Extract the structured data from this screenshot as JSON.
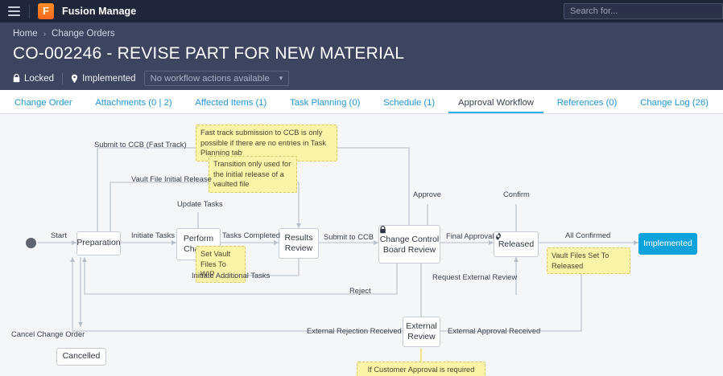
{
  "appbar": {
    "menu_icon": "hamburger-icon",
    "logo_letter": "F",
    "brand": "Fusion Manage",
    "search_placeholder": "Search for...",
    "search_value": ""
  },
  "header": {
    "breadcrumb": [
      "Home",
      "Change Orders"
    ],
    "separator": "›",
    "title": "CO-002246 - REVISE PART FOR NEW MATERIAL",
    "locked_label": "Locked",
    "lock_icon": "lock-icon",
    "status_label": "Implemented",
    "status_icon": "pin-icon",
    "workflow_select_label": "No workflow actions available",
    "chevron_icon": "chevron-down-icon"
  },
  "tabs": [
    {
      "label": "Change Order",
      "active": false
    },
    {
      "label": "Attachments (0 | 2)",
      "active": false
    },
    {
      "label": "Affected Items (1)",
      "active": false
    },
    {
      "label": "Task Planning (0)",
      "active": false
    },
    {
      "label": "Schedule (1)",
      "active": false
    },
    {
      "label": "Approval Workflow",
      "active": true
    },
    {
      "label": "References (0)",
      "active": false
    },
    {
      "label": "Change Log (26)",
      "active": false
    }
  ],
  "diagram": {
    "nodes": [
      {
        "id": "preparation",
        "label": "Preparation",
        "icon": ""
      },
      {
        "id": "perform-change",
        "label": "Perform\nChange",
        "icon": ""
      },
      {
        "id": "results-review",
        "label": "Results\nReview",
        "icon": ""
      },
      {
        "id": "ccb-review",
        "label": "Change Control\nBoard Review",
        "icon": "lock-icon"
      },
      {
        "id": "released",
        "label": "Released",
        "icon": "gear-icon"
      },
      {
        "id": "implemented",
        "label": "Implemented",
        "icon": ""
      },
      {
        "id": "external-review",
        "label": "External\nReview",
        "icon": ""
      },
      {
        "id": "cancelled",
        "label": "Cancelled",
        "icon": ""
      }
    ],
    "edge_labels": [
      "Start",
      "Submit to CCB (Fast Track)",
      "Vault File Initial Release",
      "Update Tasks",
      "Initiate Tasks",
      "Tasks Completed",
      "Submit to CCB",
      "Approve",
      "Final Approval",
      "Confirm",
      "All Confirmed",
      "Initiate Additional Tasks",
      "Reject",
      "Request External Review",
      "External Rejection Received",
      "External Approval Received",
      "Cancel Change Order"
    ],
    "notes": [
      "Fast track submission to CCB is only possible if there are no entries in Task Planning tab",
      "Transition only used for the initial release of a vaulted file",
      "Set Vault Files To WIP",
      "Vault Files Set To Released",
      "If Customer Approval is required per Details"
    ],
    "colors": {
      "node_border": "#c7ccd4",
      "node_fill": "#ffffff",
      "edge": "#b6bec9",
      "implemented_fill": "#0fa3de",
      "note_fill": "#fbf3a8",
      "note_border": "#d7c86a",
      "start_dot": "#5d6470",
      "canvas_bg": "#f4f6f8"
    }
  }
}
